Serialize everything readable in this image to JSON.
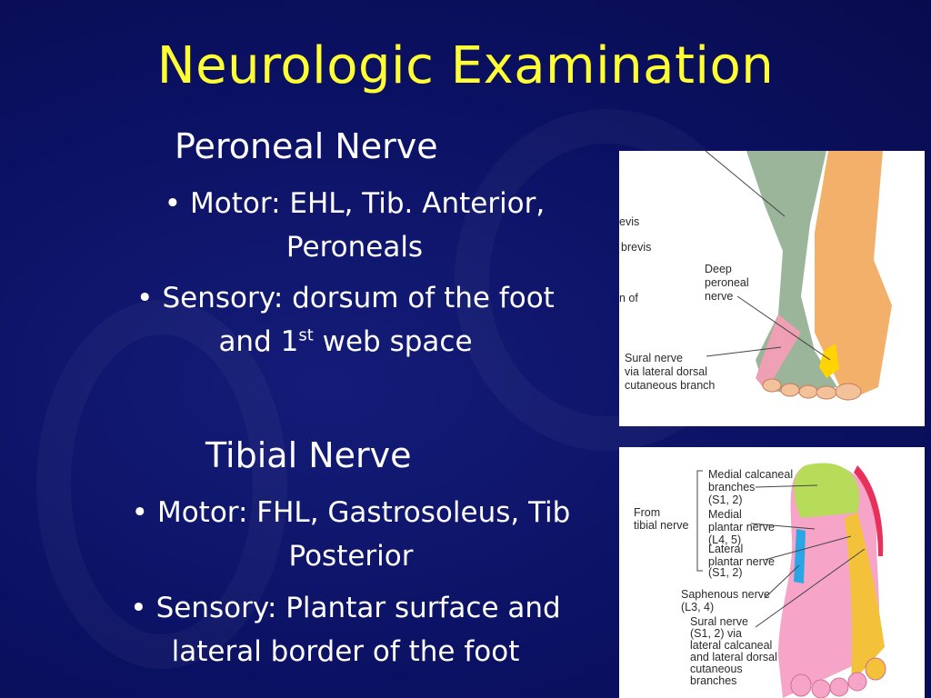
{
  "title": "Neurologic Examination",
  "peroneal": {
    "heading": "Peroneal Nerve",
    "motor": {
      "line1": "Motor: EHL, Tib. Anterior,",
      "line2": "Peroneals"
    },
    "sensory": {
      "line1": "Sensory: dorsum of the foot",
      "line2_pre": "and 1",
      "line2_sup": "st",
      "line2_post": " web space"
    }
  },
  "tibial": {
    "heading": "Tibial Nerve",
    "motor": {
      "line1": "Motor: FHL, Gastrosoleus, Tib",
      "line2": "Posterior"
    },
    "sensory": {
      "line1": "Sensory: Plantar surface and",
      "line2": "lateral border of the foot"
    }
  },
  "bullet_char": "•",
  "figure_dorsal": {
    "labels": {
      "evis": "evis",
      "brevis": "brevis",
      "of": "n of",
      "deep1": "Deep",
      "deep2": "peroneal",
      "deep3": "nerve",
      "sural1": "Sural nerve",
      "sural2": "via lateral dorsal",
      "sural3": "cutaneous branch"
    }
  },
  "figure_plantar": {
    "labels": {
      "from1": "From",
      "from2": "tibial nerve",
      "mc1": "Medial calcaneal",
      "mc2": "branches",
      "mc3": "(S1, 2)",
      "mp1": "Medial",
      "mp2": "plantar nerve",
      "mp3": "(L4, 5)",
      "lp1": "Lateral",
      "lp2": "plantar nerve",
      "lp3": "(S1, 2)",
      "sa1": "Saphenous nerve",
      "sa2": "(L3, 4)",
      "su1": "Sural nerve",
      "su2": "(S1, 2) via",
      "su3": "lateral calcaneal",
      "su4": "and lateral dorsal",
      "su5": "cutaneous",
      "su6": "branches"
    }
  },
  "colors": {
    "background": "#0b1162",
    "title": "#ffff33",
    "text": "#ffffff",
    "peroneal_zone": "#9bb59a",
    "sural_zone": "#f0a0b4",
    "deep_peroneal_zone": "#ffd400",
    "skin": "#f3b06a",
    "medial_calcaneal": "#b7dc5a",
    "medial_plantar": "#f6a4c8",
    "lateral_plantar": "#f3c23a",
    "saphenous": "#2aa6e6",
    "sural_edge": "#e8315a"
  }
}
